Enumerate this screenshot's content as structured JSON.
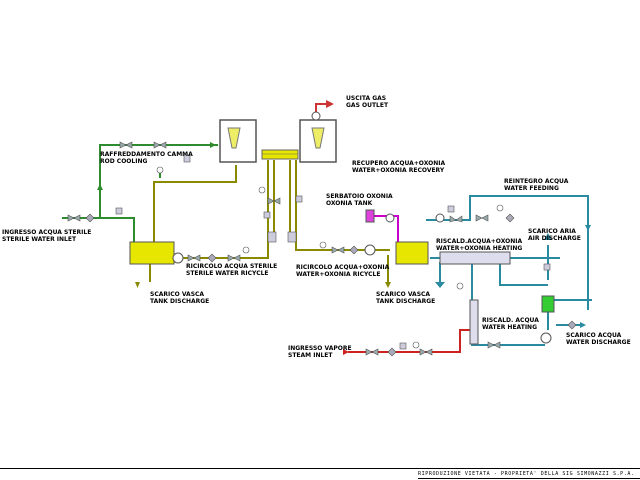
{
  "colors": {
    "sterile_water": "#2e8b2e",
    "oxonia": "#cc00cc",
    "steam": "#cc2222",
    "water": "#2a8aa0",
    "tank_liquid": "#e6e600",
    "gas": "#cc3333"
  },
  "labels": {
    "sterile_inlet_it": "INGRESSO ACQUA STERILE",
    "sterile_inlet_en": "STERILE WATER INLET",
    "rod_cooling_it": "RAFFREDDAMENTO CAMMA",
    "rod_cooling_en": "ROD COOLING",
    "gas_outlet_it": "USCITA GAS",
    "gas_outlet_en": "GAS OUTLET",
    "recovery_it": "RECUPERO ACQUA+OXONIA",
    "recovery_en": "WATER+OXONIA RECOVERY",
    "oxonia_tank_it": "SERBATOIO OXONIA",
    "oxonia_tank_en": "OXONIA TANK",
    "feeding_it": "REINTEGRO ACQUA",
    "feeding_en": "WATER FEEDING",
    "air_discharge_it": "SCARICO ARIA",
    "air_discharge_en": "AIR DISCHARGE",
    "heating_ox_it": "RISCALD.ACQUA+OXONIA",
    "heating_ox_en": "WATER+OXONIA HEATING",
    "sterile_recycle_it": "RICIRCOLO ACQUA STERILE",
    "sterile_recycle_en": "STERILE WATER RICYCLE",
    "ox_recycle_it": "RICIRCOLO ACQUA+OXONIA",
    "ox_recycle_en": "WATER+OXONIA RICYCLE",
    "tank_discharge1_it": "SCARICO VASCA",
    "tank_discharge1_en": "TANK DISCHARGE",
    "tank_discharge2_it": "SCARICO VASCA",
    "tank_discharge2_en": "TANK DISCHARGE",
    "water_heating_it": "RISCALD. ACQUA",
    "water_heating_en": "WATER HEATING",
    "water_discharge_it": "SCARICO ACQUA",
    "water_discharge_en": "WATER DISCHARGE",
    "steam_inlet_it": "INGRESSO VAPORE",
    "steam_inlet_en": "STEAM INLET"
  },
  "footer": "RIPRODUZIONE VIETATA - PROPRIETA' DELLA SIG SIMONAZZI S.P.A."
}
